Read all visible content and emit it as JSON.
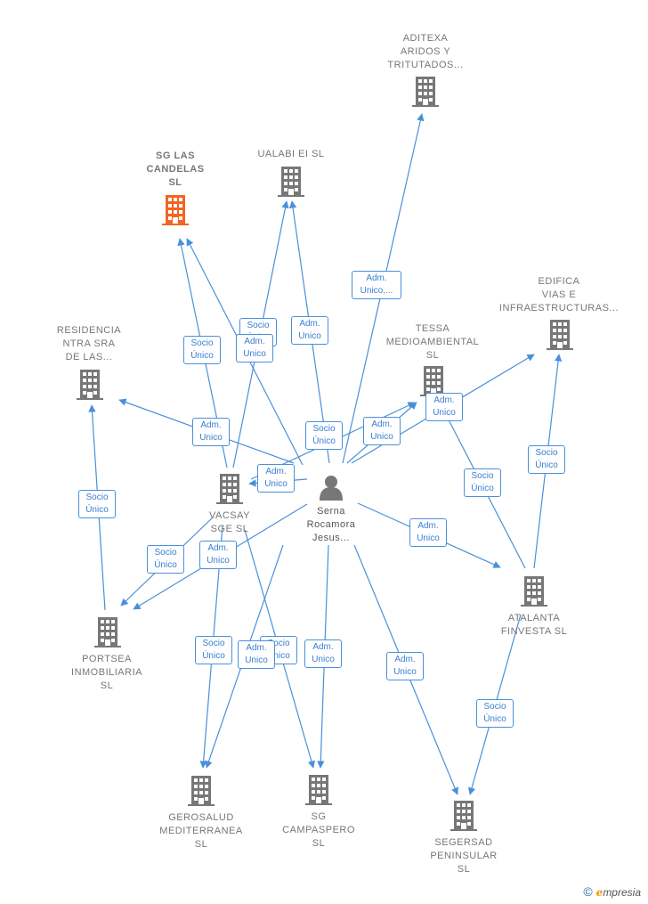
{
  "colors": {
    "edge": "#4a90d9",
    "building": "#777777",
    "highlight": "#f26522",
    "person": "#777777"
  },
  "nodes": [
    {
      "id": "aditexa",
      "label": "ADITEXA\nARIDOS Y\nTRITUTADOS...",
      "type": "company"
    },
    {
      "id": "sg_candelas",
      "label": "SG LAS\nCANDELAS\nSL",
      "type": "company-highlight"
    },
    {
      "id": "ualabi",
      "label": "UALABI EI  SL",
      "type": "company"
    },
    {
      "id": "edifica",
      "label": "EDIFICA\nVIAS E\nINFRAESTRUCTURAS...",
      "type": "company"
    },
    {
      "id": "residencia",
      "label": "RESIDENCIA\nNTRA SRA\nDE LAS...",
      "type": "company"
    },
    {
      "id": "tessa",
      "label": "TESSA\nMEDIOAMBIENTAL\nSL",
      "type": "company"
    },
    {
      "id": "vacsay",
      "label": "VACSAY\nSGE  SL",
      "type": "company"
    },
    {
      "id": "serna",
      "label": "Serna\nRocamora\nJesus...",
      "type": "person"
    },
    {
      "id": "atalanta",
      "label": "ATALANTA\nFINVESTA  SL",
      "type": "company"
    },
    {
      "id": "portsea",
      "label": "PORTSEA\nINMOBILIARIA\nSL",
      "type": "company"
    },
    {
      "id": "gerosalud",
      "label": "GEROSALUD\nMEDITERRANEA\nSL",
      "type": "company"
    },
    {
      "id": "sg_campaspero",
      "label": "SG\nCAMPASPERO\nSL",
      "type": "company"
    },
    {
      "id": "segersad",
      "label": "SEGERSAD\nPENINSULAR\nSL",
      "type": "company"
    }
  ],
  "edges": [
    {
      "from": "serna",
      "to": "aditexa",
      "label": "Adm.\nUnico,..."
    },
    {
      "from": "serna",
      "to": "ualabi",
      "label": "Adm.\nUnico"
    },
    {
      "from": "serna",
      "to": "sg_candelas",
      "label": "Socio\nÚnico"
    },
    {
      "from": "vacsay",
      "to": "sg_candelas",
      "label": "Socio\nÚnico"
    },
    {
      "from": "vacsay",
      "to": "ualabi",
      "label": "Adm.\nUnico"
    },
    {
      "from": "serna",
      "to": "residencia",
      "label": "Adm.\nUnico"
    },
    {
      "from": "serna",
      "to": "tessa",
      "label": "Socio\nÚnico"
    },
    {
      "from": "serna",
      "to": "tessa",
      "label": "Adm.\nUnico"
    },
    {
      "from": "serna",
      "to": "vacsay",
      "label": "Adm.\nUnico"
    },
    {
      "from": "atalanta",
      "to": "edifica",
      "label": "Socio\nÚnico"
    },
    {
      "from": "vacsay",
      "to": "edifica",
      "label": "Adm.\nUnico"
    },
    {
      "from": "atalanta",
      "to": "tessa",
      "label": "Socio\nÚnico"
    },
    {
      "from": "serna",
      "to": "atalanta",
      "label": "Adm.\nUnico"
    },
    {
      "from": "portsea",
      "to": "residencia",
      "label": "Socio\nÚnico"
    },
    {
      "from": "vacsay",
      "to": "portsea",
      "label": "Socio\nÚnico"
    },
    {
      "from": "serna",
      "to": "portsea",
      "label": "Adm.\nUnico"
    },
    {
      "from": "vacsay",
      "to": "gerosalud",
      "label": "Socio\nÚnico"
    },
    {
      "from": "vacsay",
      "to": "sg_campaspero",
      "label": "Socio\nÚnico"
    },
    {
      "from": "serna",
      "to": "gerosalud",
      "label": "Adm.\nUnico"
    },
    {
      "from": "serna",
      "to": "sg_campaspero",
      "label": "Adm.\nUnico"
    },
    {
      "from": "serna",
      "to": "segersad",
      "label": "Adm.\nUnico"
    },
    {
      "from": "atalanta",
      "to": "segersad",
      "label": "Socio\nÚnico"
    }
  ],
  "brand": {
    "copyright": "©",
    "e": "e",
    "rest": "mpresia"
  }
}
